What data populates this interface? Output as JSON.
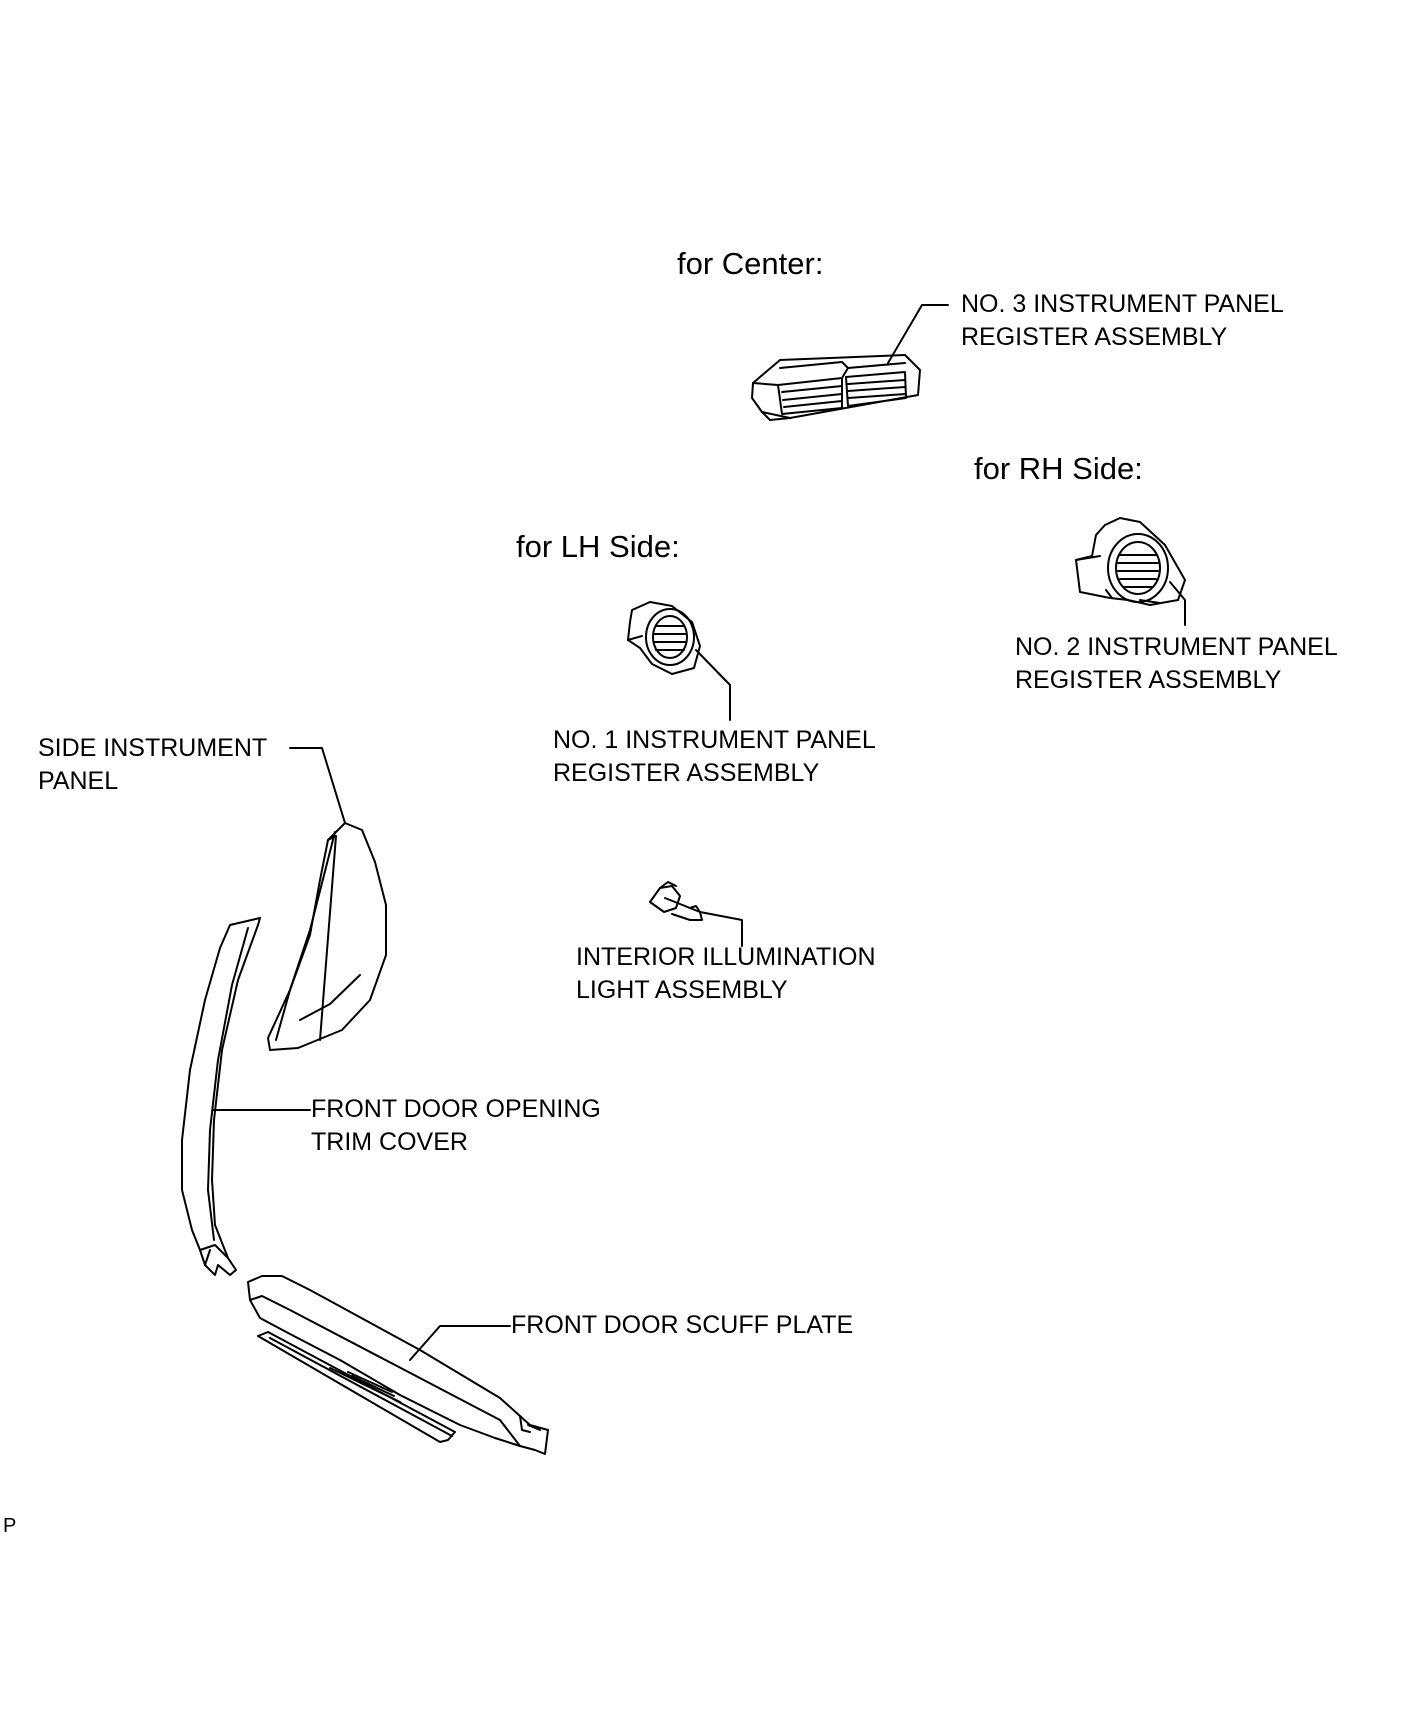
{
  "headers": {
    "center": "for Center:",
    "rh_side": "for RH Side:",
    "lh_side": "for LH Side:"
  },
  "labels": {
    "no3_register": [
      "NO. 3 INSTRUMENT PANEL",
      "REGISTER ASSEMBLY"
    ],
    "no2_register": [
      "NO. 2 INSTRUMENT PANEL",
      "REGISTER ASSEMBLY"
    ],
    "no1_register": [
      "NO. 1 INSTRUMENT PANEL",
      "REGISTER ASSEMBLY"
    ],
    "side_instrument_panel": [
      "SIDE INSTRUMENT",
      "PANEL"
    ],
    "interior_light": [
      "INTERIOR ILLUMINATION",
      "LIGHT ASSEMBLY"
    ],
    "front_door_trim": [
      "FRONT DOOR OPENING",
      "TRIM COVER"
    ],
    "front_door_scuff": [
      "FRONT DOOR SCUFF PLATE"
    ]
  },
  "figure_code": "P"
}
